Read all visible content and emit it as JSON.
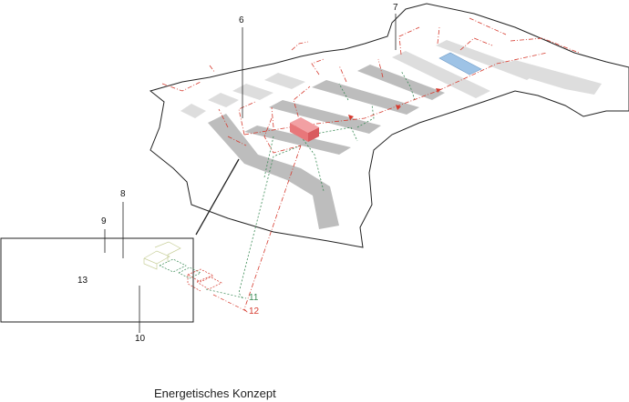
{
  "caption": "Energetisches Konzept",
  "labels": {
    "l6": "6",
    "l7": "7",
    "l8": "8",
    "l9": "9",
    "l10": "10",
    "l11": "11",
    "l12": "12",
    "l13": "13"
  },
  "colors": {
    "outline": "#222222",
    "building": "#bdbdbd",
    "building_light": "#dddddd",
    "red_network": "#d63a2e",
    "green_network": "#3a8a55",
    "energy_center": "#e8777a",
    "solar_roof": "#9ec3e6"
  }
}
